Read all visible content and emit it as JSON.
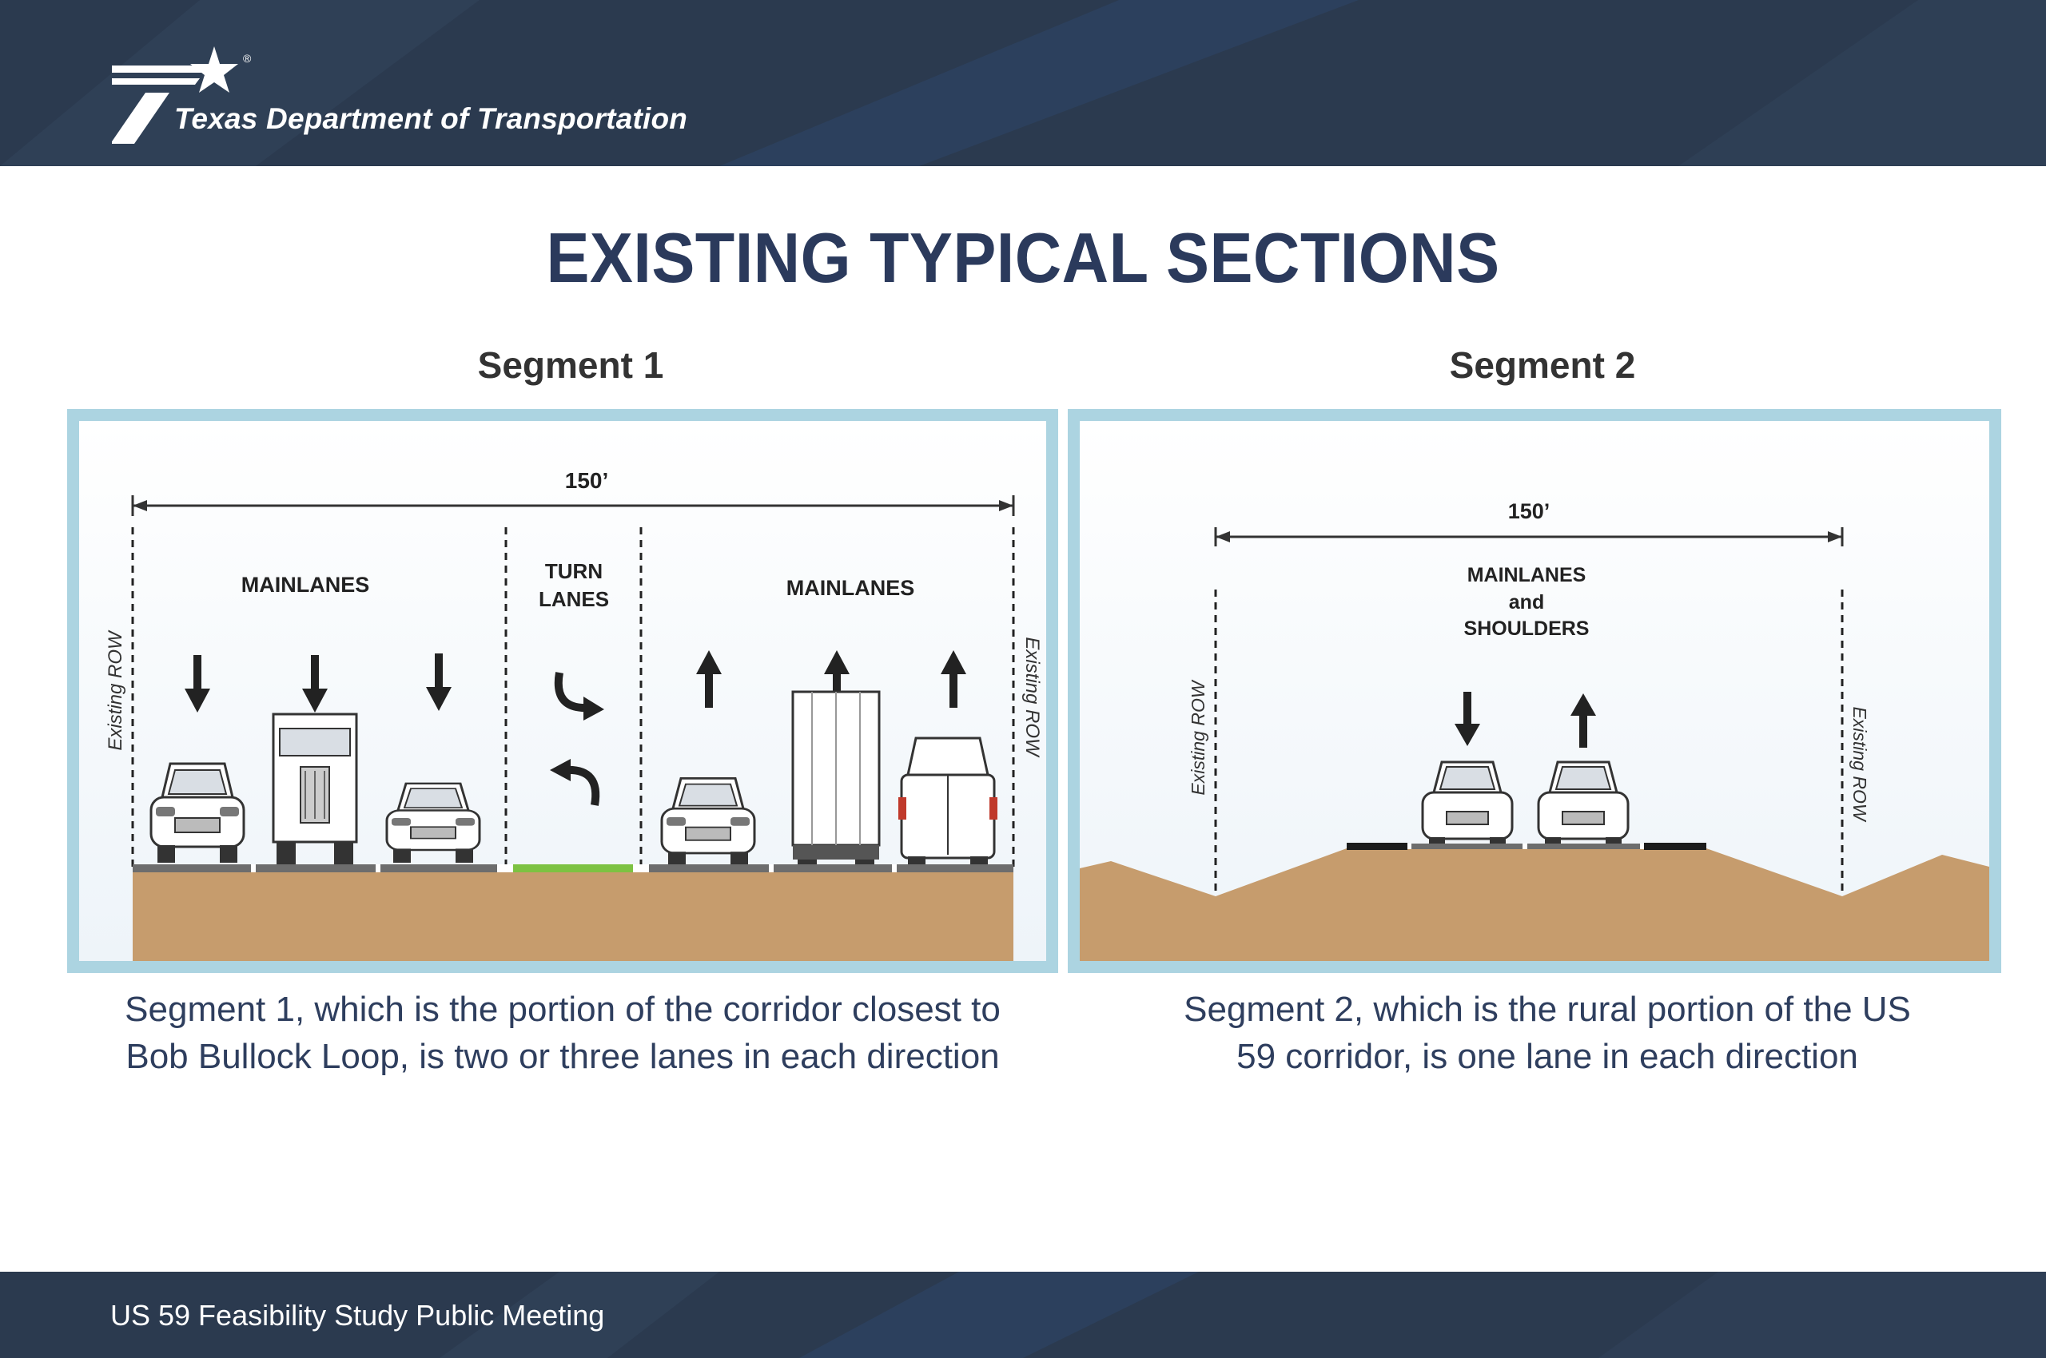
{
  "header": {
    "brand": "Texas Department of Transportation",
    "registered_mark": "®",
    "logo_icon": "txdot-star-logo"
  },
  "page_title": "EXISTING TYPICAL SECTIONS",
  "segment1": {
    "heading": "Segment 1",
    "width_label": "150’",
    "row_label": "Existing ROW",
    "mainlanes_label": "MAINLANES",
    "turn_lanes_line1": "TURN",
    "turn_lanes_line2": "LANES",
    "caption_line1": "Segment 1, which is the portion of the corridor closest to",
    "caption_line2": "Bob Bullock Loop, is two or three lanes in each direction"
  },
  "segment2": {
    "heading": "Segment 2",
    "width_label": "150’",
    "row_label": "Existing ROW",
    "label_line1": "MAINLANES",
    "label_line2": "and",
    "label_line3": "SHOULDERS",
    "caption_line1": "Segment 2, which is the rural portion of the US",
    "caption_line2": "59 corridor, is one lane in each direction"
  },
  "footer": {
    "text": "US 59 Feasibility Study Public Meeting"
  },
  "colors": {
    "navy": "#2b3a4f",
    "title": "#2b3a5c",
    "panel_border": "#acd4e1",
    "soil": "#c69c6d",
    "turn_lane_green": "#7dc242"
  }
}
